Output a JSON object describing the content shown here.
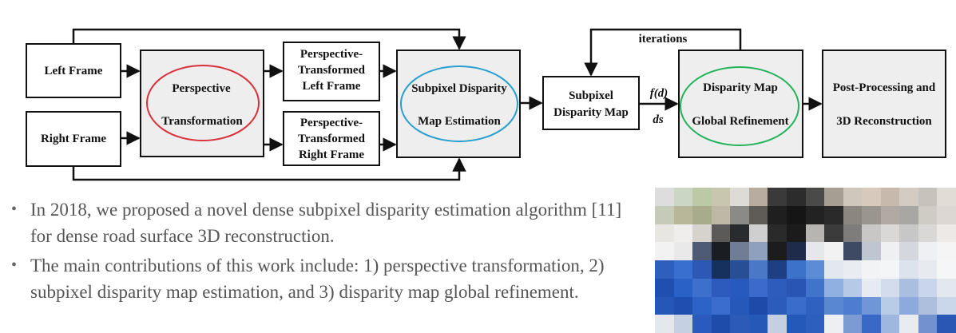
{
  "diagram": {
    "left_frame": "Left Frame",
    "right_frame": "Right Frame",
    "perspective_transformation": [
      "Perspective",
      "Transformation"
    ],
    "pt_left_frame": [
      "Perspective-",
      "Transformed",
      "Left Frame"
    ],
    "pt_right_frame": [
      "Perspective-",
      "Transformed",
      "Right Frame"
    ],
    "subpixel_estimation": [
      "Subpixel Disparity",
      "Map Estimation"
    ],
    "subpixel_map": [
      "Subpixel",
      "Disparity Map"
    ],
    "fd_label": "f(d)",
    "ds_label": "ds",
    "iterations_label": "iterations",
    "global_refinement": [
      "Disparity Map",
      "Global Refinement"
    ],
    "post_processing": [
      "Post-Processing and",
      "3D Reconstruction"
    ],
    "colors": {
      "box_fill": "#eeeeee",
      "box_stroke": "#111111",
      "ellipse_red": "#d9303a",
      "ellipse_blue": "#2a9fd0",
      "ellipse_green": "#22b35a"
    }
  },
  "bullets": [
    "In 2018, we proposed a novel dense subpixel disparity estimation algorithm [11] for dense road surface 3D reconstruction.",
    "The main contributions of this work include: 1) perspective transformation, 2) subpixel disparity map estimation, and 3) disparity map global refinement."
  ],
  "photo": {
    "description_icon": "blurred-road-photo"
  }
}
